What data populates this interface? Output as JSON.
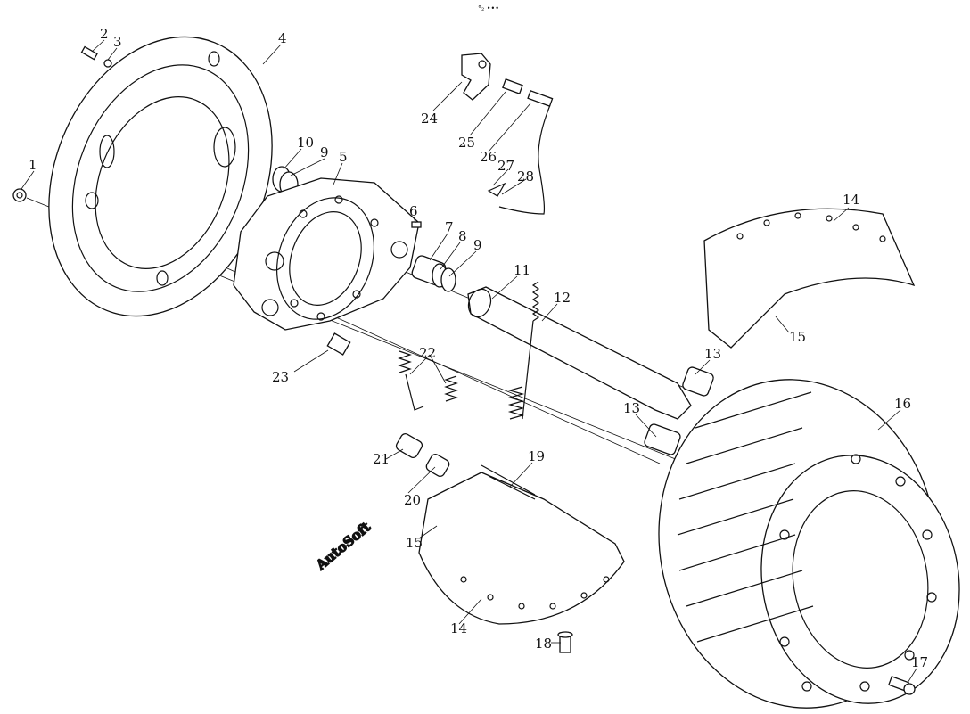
{
  "diagram": {
    "header_mark": "°₂ •••",
    "watermark": "AutoSoft",
    "callouts": [
      {
        "id": "c1",
        "label": "1"
      },
      {
        "id": "c2",
        "label": "2"
      },
      {
        "id": "c3",
        "label": "3"
      },
      {
        "id": "c4",
        "label": "4"
      },
      {
        "id": "c5",
        "label": "5"
      },
      {
        "id": "c6",
        "label": "6"
      },
      {
        "id": "c7",
        "label": "7"
      },
      {
        "id": "c8",
        "label": "8"
      },
      {
        "id": "c9a",
        "label": "9"
      },
      {
        "id": "c9b",
        "label": "9"
      },
      {
        "id": "c10",
        "label": "10"
      },
      {
        "id": "c11",
        "label": "11"
      },
      {
        "id": "c12",
        "label": "12"
      },
      {
        "id": "c13a",
        "label": "13"
      },
      {
        "id": "c13b",
        "label": "13"
      },
      {
        "id": "c14a",
        "label": "14"
      },
      {
        "id": "c14b",
        "label": "14"
      },
      {
        "id": "c15a",
        "label": "15"
      },
      {
        "id": "c15b",
        "label": "15"
      },
      {
        "id": "c16",
        "label": "16"
      },
      {
        "id": "c17",
        "label": "17"
      },
      {
        "id": "c18",
        "label": "18"
      },
      {
        "id": "c19",
        "label": "19"
      },
      {
        "id": "c20",
        "label": "20"
      },
      {
        "id": "c21",
        "label": "21"
      },
      {
        "id": "c22",
        "label": "22"
      },
      {
        "id": "c23",
        "label": "23"
      },
      {
        "id": "c24",
        "label": "24"
      },
      {
        "id": "c25",
        "label": "25"
      },
      {
        "id": "c26",
        "label": "26"
      },
      {
        "id": "c27",
        "label": "27"
      },
      {
        "id": "c28",
        "label": "28"
      }
    ]
  }
}
